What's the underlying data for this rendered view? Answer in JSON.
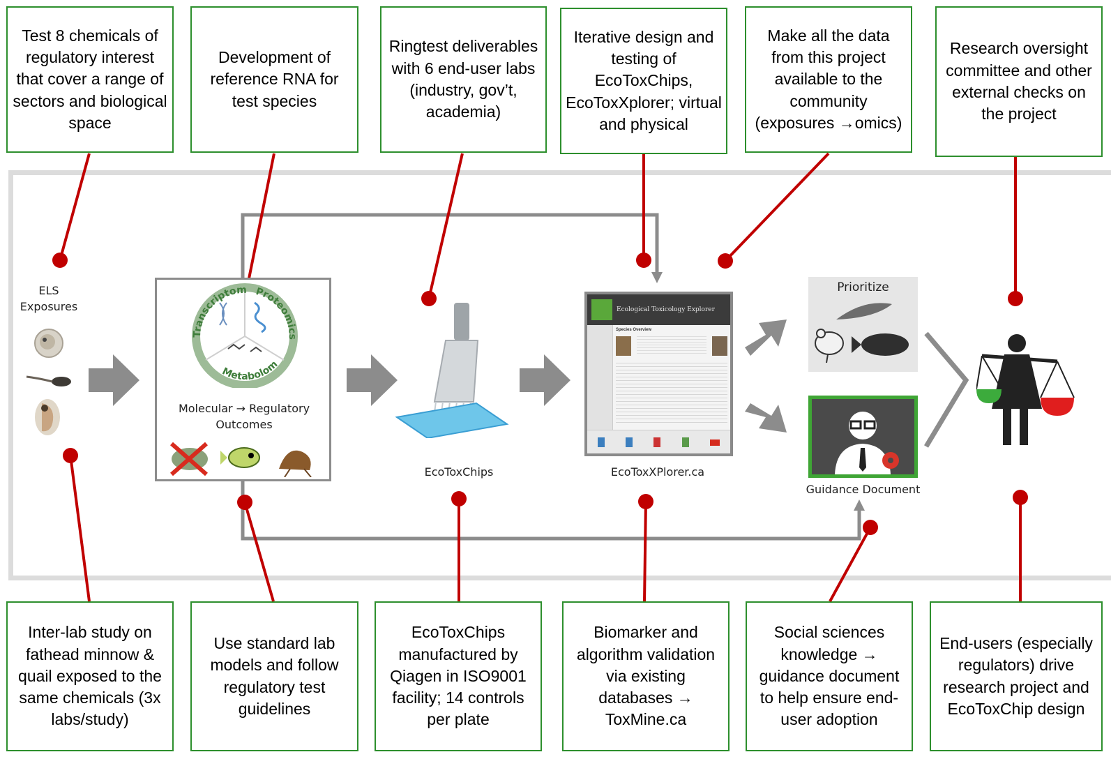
{
  "top_notes": [
    "Test 8 chemicals of regulatory interest that cover a range of sectors and biological space",
    "Development of reference RNA for test species",
    "Ringtest deliverables with 6 end-user labs (industry, gov’t, academia)",
    "Iterative design and testing of EcoToxChips, EcoToxXplorer; virtual and physical",
    "Make all the data from this project available to the community (exposures →omics)",
    "Research oversight committee and other external checks on the project"
  ],
  "bottom_notes": [
    "Inter-lab study on fathead minnow & quail exposed to the same chemicals (3x labs/study)",
    "Use standard lab models and follow regulatory test guidelines",
    "EcoToxChips manufactured by Qiagen in ISO9001 facility; 14 controls per plate",
    "Biomarker and algorithm validation via existing databases → ToxMine.ca",
    "Social sciences knowledge → guidance document to help ensure end-user adoption",
    "End-users (especially regulators) drive research project and EcoToxChip design"
  ],
  "stages": {
    "els": "ELS\nExposures",
    "omics_center": "",
    "omics_labels": [
      "Transcriptomics",
      "Proteomics",
      "Metabolomics"
    ],
    "molecular": "Molecular → Regulatory\nOutcomes",
    "ecotoxchips": "EcoToxChips",
    "explorer_caption": "EcoToxXPlorer.ca",
    "explorer_title": "Ecological Toxicology Explorer",
    "explorer_section": "Species Overview",
    "prioritize": "Prioritize",
    "guidance": "Guidance Document"
  },
  "colors": {
    "box_border": "#2d8f2d",
    "pin": "#c00000",
    "arrow": "#8c8c8c",
    "frame": "#dcdcdc"
  }
}
